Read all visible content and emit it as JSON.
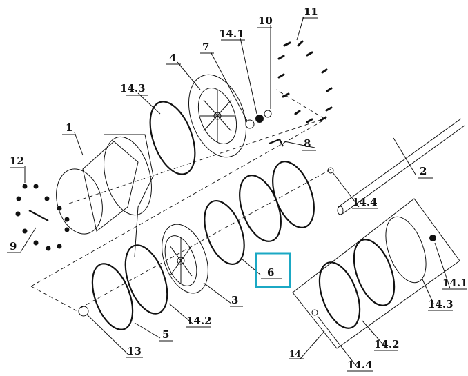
{
  "diagram": {
    "callouts": [
      {
        "id": "11",
        "label": "11"
      },
      {
        "id": "10",
        "label": "10"
      },
      {
        "id": "14.1-top",
        "label": "14.1"
      },
      {
        "id": "7",
        "label": "7"
      },
      {
        "id": "4",
        "label": "4"
      },
      {
        "id": "14.3-top",
        "label": "14.3"
      },
      {
        "id": "1",
        "label": "1"
      },
      {
        "id": "12",
        "label": "12"
      },
      {
        "id": "9",
        "label": "9"
      },
      {
        "id": "8",
        "label": "8"
      },
      {
        "id": "2",
        "label": "2"
      },
      {
        "id": "14.4-mid",
        "label": "14.4"
      },
      {
        "id": "6",
        "label": "6"
      },
      {
        "id": "3",
        "label": "3"
      },
      {
        "id": "14.2-left",
        "label": "14.2"
      },
      {
        "id": "5",
        "label": "5"
      },
      {
        "id": "13",
        "label": "13"
      },
      {
        "id": "14",
        "label": "14"
      },
      {
        "id": "14.4-kit",
        "label": "14.4"
      },
      {
        "id": "14.2-kit",
        "label": "14.2"
      },
      {
        "id": "14.3-kit",
        "label": "14.3"
      },
      {
        "id": "14.1-kit",
        "label": "14.1"
      }
    ],
    "highlight_color": "#1ba8c4"
  }
}
